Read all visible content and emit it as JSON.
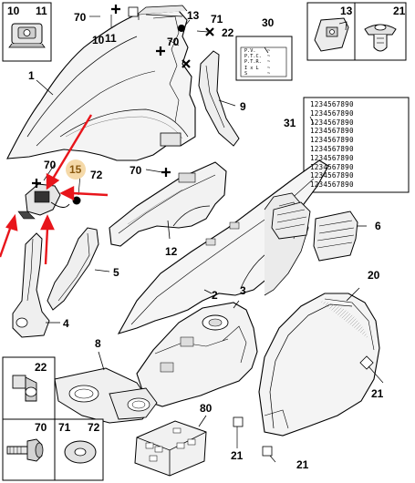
{
  "callouts": {
    "c10_top": "10",
    "c11_top": "11",
    "c13_top": "13",
    "c21_top": "21",
    "c70_a": "70",
    "c13_a": "13",
    "c71_a": "71",
    "c10_b": "10",
    "c11_b": "11",
    "c70_b": "70",
    "c22_a": "22",
    "c30": "30",
    "c1": "1",
    "c9": "9",
    "c31": "31",
    "c70_c": "70",
    "c15": "15",
    "c72_a": "72",
    "c70_d": "70",
    "c6": "6",
    "c12": "12",
    "c5": "5",
    "c4": "4",
    "c2": "2",
    "c3": "3",
    "c20": "20",
    "c8": "8",
    "c22_b": "22",
    "c21_a": "21",
    "c80": "80",
    "c70_e": "70",
    "c71_b": "71",
    "c72_b": "72",
    "c21_b": "21",
    "c21_c": "21"
  },
  "label_30": {
    "rows": "P.V.    ~\nP.T.C.  ~\nP.T.R.  ~\nI x L   ~\nS       ~"
  },
  "label_31": {
    "rows": "1234567890\n1234567890\n1234567890\n1234567890\n1234567890\n1234567890\n1234567890\n1234567890\n1234567890\n1234567890"
  },
  "colors": {
    "highlight": "#f5d9a8",
    "arrow": "#e8151b",
    "line": "#000000",
    "part_fill": "#f4f4f4"
  }
}
